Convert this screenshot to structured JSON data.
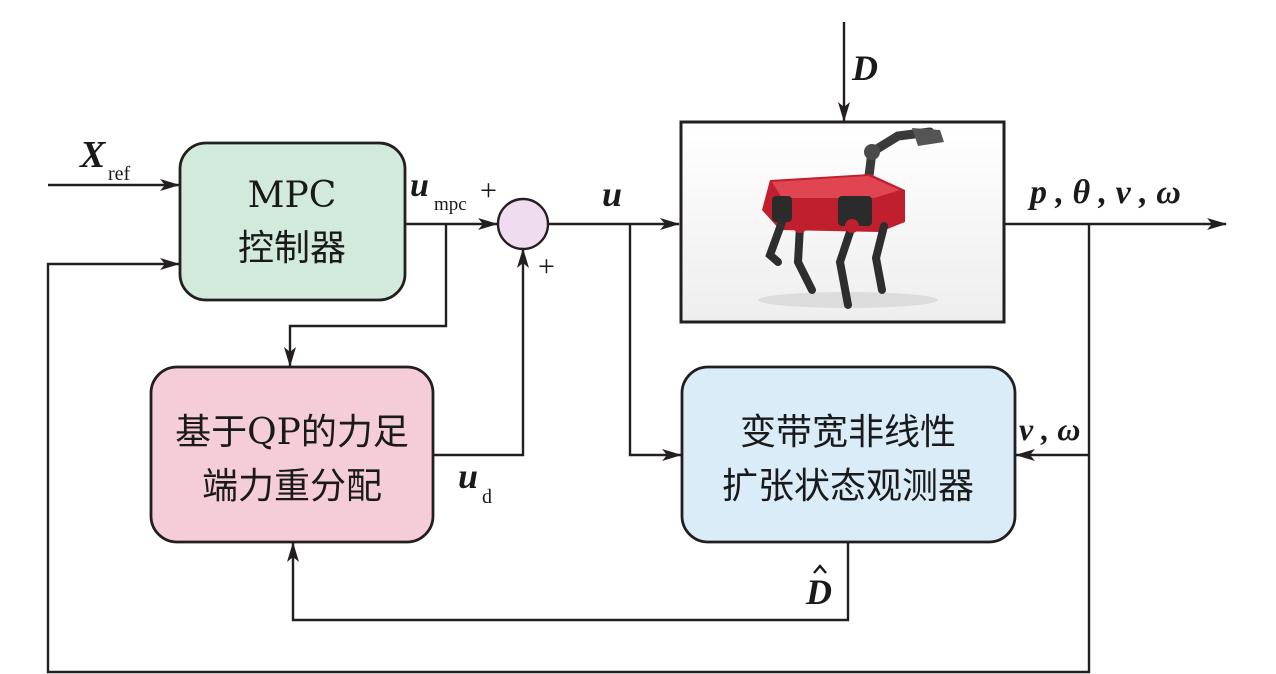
{
  "blocks": {
    "mpc": {
      "line1": "MPC",
      "line2": "控制器",
      "fill": "#d2eadb"
    },
    "qp": {
      "line1": "基于QP的力足",
      "line2": "端力重分配",
      "fill": "#f5cdd8"
    },
    "eso": {
      "line1": "变带宽非线性",
      "line2": "扩张状态观测器",
      "fill": "#d9ecf8"
    },
    "summer": {
      "fill": "#efdcef"
    }
  },
  "signals": {
    "xref_main": "X",
    "xref_sub": "ref",
    "umpc_main": "u",
    "umpc_sub": "mpc",
    "plus_top": "+",
    "plus_bottom": "+",
    "u": "u",
    "ud_main": "u",
    "ud_sub": "d",
    "disturbance": "D",
    "dhat": "D",
    "outputs": "p , θ , v , ω",
    "feedback_vw": "v , ω"
  },
  "plant": {
    "description_icon": "quadruped-robot-icon",
    "body_color": "#c0202e"
  }
}
